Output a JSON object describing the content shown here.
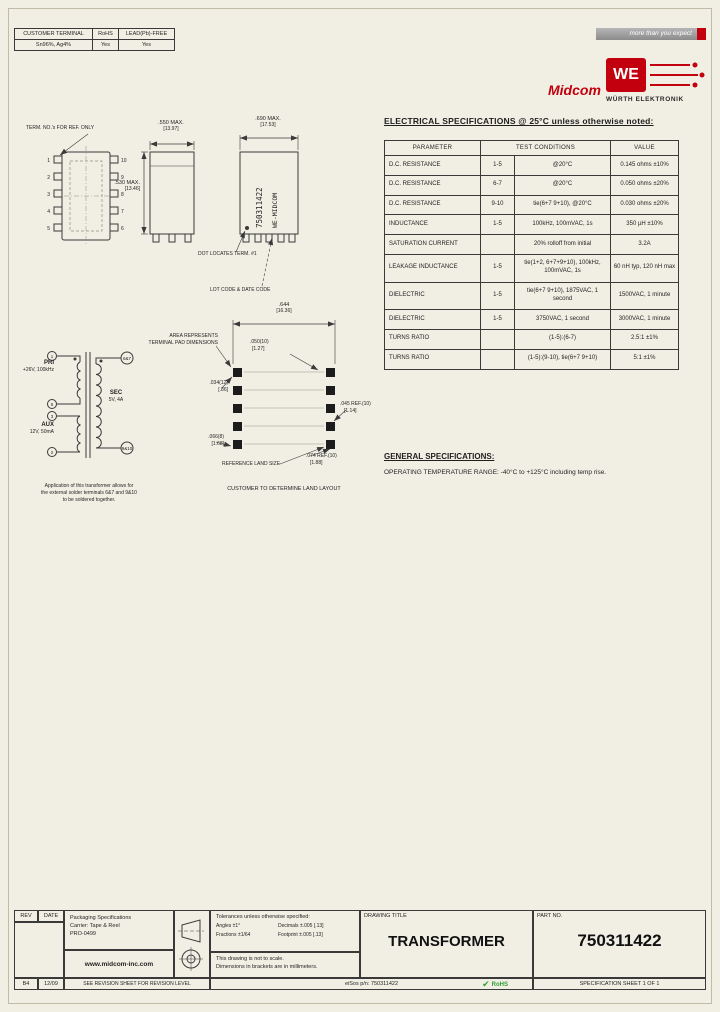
{
  "finish_table": {
    "headers": [
      "CUSTOMER TERMINAL",
      "RoHS",
      "LEAD(Pb)-FREE"
    ],
    "values": [
      "Sn96%, Ag4%",
      "Yes",
      "Yes"
    ]
  },
  "brand": {
    "tagline": "more than you expect",
    "midcom": "Midcom",
    "we": "WE",
    "wurth": "WÜRTH ELEKTRONIK"
  },
  "views": {
    "term_note": "TERM. NO.'s FOR REF. ONLY",
    "pins_left": [
      "1",
      "2",
      "3",
      "4",
      "5"
    ],
    "pins_right": [
      "10",
      "9",
      "8",
      "7",
      "6"
    ],
    "dim_width_in": ".550 MAX.",
    "dim_width_mm": "[13.97]",
    "dim_height_in": ".530 MAX.",
    "dim_height_mm": "[13.46]",
    "dim_length_in": ".690 MAX.",
    "dim_length_mm": "[17.53]",
    "marking_part": "750311422",
    "marking_brand": "WE-MIDCOM",
    "dot_note": "DOT LOCATES TERM. #1",
    "lot_note": "LOT CODE & DATE CODE"
  },
  "land": {
    "dim_overall_in": ".644",
    "dim_overall_mm": "[16.36]",
    "area_note1": "AREA REPRESENTS",
    "area_note2": "TERMINAL PAD DIMENSIONS",
    "dim_a_in": ".050(10)",
    "dim_a_mm": "[1.27]",
    "dim_b_in": ".034(12)",
    "dim_b_mm": "[.86]",
    "dim_c_in": ".045 REF.(10)",
    "dim_c_mm": "[1.14]",
    "dim_d_in": ".066(8)",
    "dim_d_mm": "[1.68]",
    "dim_e_in": ".074 REF.(10)",
    "dim_e_mm": "[1.88]",
    "ref_note": "REFERENCE LAND SIZE",
    "customer_note": "CUSTOMER TO DETERMINE LAND LAYOUT"
  },
  "schematic": {
    "pri_label": "PRI",
    "pri_rating": "+26V, 100kHz",
    "sec_label": "SEC",
    "sec_rating": "5V, 4A",
    "aux_label": "AUX",
    "aux_rating": "12V, 50mA",
    "pin_pri_top": "1",
    "pin_pri_bot": "5",
    "pin_aux_top": "3",
    "pin_aux_bot": "2",
    "pin_sec_top": "6&7",
    "pin_sec_bot": "9&10",
    "app_note1": "Application of this transformer allows for",
    "app_note2": "the external solder terminals 6&7 and 9&10",
    "app_note3": "to be soldered together."
  },
  "electrical": {
    "title": "ELECTRICAL SPECIFICATIONS @ 25°C unless otherwise noted:",
    "col_parameter": "PARAMETER",
    "col_conditions": "TEST CONDITIONS",
    "col_value": "VALUE",
    "rows": [
      {
        "param": "D.C. RESISTANCE",
        "pins": "1-5",
        "cond": "@20°C",
        "value": "0.145 ohms ±10%"
      },
      {
        "param": "D.C. RESISTANCE",
        "pins": "6-7",
        "cond": "@20°C",
        "value": "0.050 ohms ±20%"
      },
      {
        "param": "D.C. RESISTANCE",
        "pins": "9-10",
        "cond": "tie(6+7 9+10), @20°C",
        "value": "0.030 ohms ±20%"
      },
      {
        "param": "INDUCTANCE",
        "pins": "1-5",
        "cond": "100kHz, 100mVAC, 1s",
        "value": "350 µH ±10%"
      },
      {
        "param": "SATURATION CURRENT",
        "pins": "",
        "cond": "20% rolloff from initial",
        "value": "3.2A"
      },
      {
        "param": "LEAKAGE INDUCTANCE",
        "pins": "1-5",
        "cond": "tie(1+2, 6+7+9+10), 100kHz, 100mVAC, 1s",
        "value": "60 nH typ, 120 nH max"
      },
      {
        "param": "DIELECTRIC",
        "pins": "1-5",
        "cond": "tie(6+7 9+10), 1875VAC, 1 second",
        "value": "1500VAC, 1 minute"
      },
      {
        "param": "DIELECTRIC",
        "pins": "1-5",
        "cond": "3750VAC, 1 second",
        "value": "3000VAC, 1 minute"
      },
      {
        "param": "TURNS RATIO",
        "pins": "",
        "cond": "(1-5):(6-7)",
        "value": "2.5:1 ±1%"
      },
      {
        "param": "TURNS RATIO",
        "pins": "",
        "cond": "(1-5):(9-10), tie(6+7 9+10)",
        "value": "5:1 ±1%"
      }
    ]
  },
  "general": {
    "title": "GENERAL SPECIFICATIONS:",
    "temp_range": "OPERATING TEMPERATURE RANGE: -40°C to +125°C including temp rise."
  },
  "titleblock": {
    "rev_header": "REV",
    "date_header": "DATE",
    "rev": "B4",
    "date": "12/09",
    "revision_note": "SEE REVISION SHEET FOR REVISION LEVEL",
    "packaging1": "Packaging Specifications",
    "packaging2": "Carrier: Tape & Reel",
    "packaging3": "PRO-0499",
    "website": "www.midcom-inc.com",
    "tol_title": "Tolerances unless otherwise specified:",
    "tol_angles": "Angles ±1°",
    "tol_decimals": "Decimals ±.005 [.13]",
    "tol_fractions": "Fractions ±1/64",
    "tol_footprint": "Footprint ±.005 [.13]",
    "note1": "This drawing is not to scale.",
    "note2": "Dimensions in brackets are in millimeters.",
    "title_label": "DRAWING TITLE",
    "title": "TRANSFORMER",
    "eisos": "eiSos p/n: 750311422",
    "partno_label": "PART NO.",
    "partno": "750311422",
    "rohs_check": "✔",
    "rohs_label": "RoHS",
    "sheet": "SPECIFICATION SHEET 1 OF 1"
  }
}
